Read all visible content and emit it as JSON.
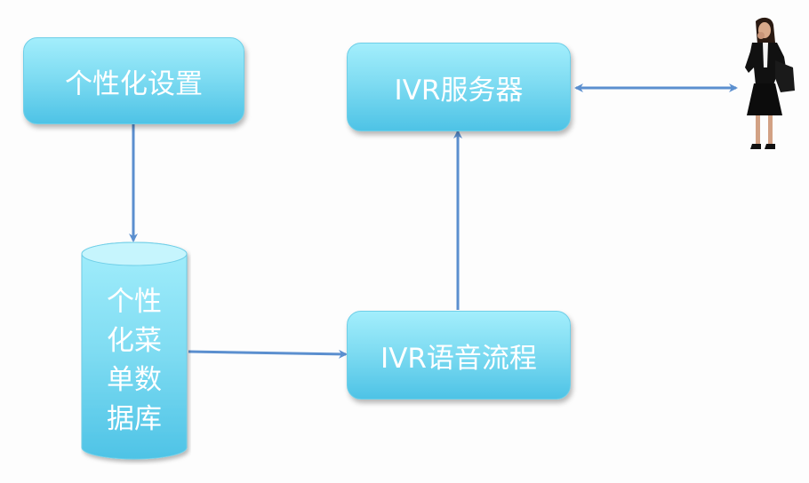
{
  "diagram": {
    "nodes": {
      "personalization_settings": {
        "label": "个性化设置",
        "shape": "rounded-rect"
      },
      "ivr_server": {
        "label": "IVR服务器",
        "shape": "rounded-rect"
      },
      "ivr_voice_flow": {
        "label": "IVR语音流程",
        "shape": "rounded-rect"
      },
      "menu_database": {
        "label_lines": [
          "个性",
          "化菜",
          "单数",
          "据库"
        ],
        "shape": "cylinder"
      },
      "caller": {
        "icon": "person-on-phone-icon"
      }
    },
    "edges": [
      {
        "from": "personalization_settings",
        "to": "menu_database",
        "direction": "forward"
      },
      {
        "from": "menu_database",
        "to": "ivr_voice_flow",
        "direction": "forward"
      },
      {
        "from": "ivr_voice_flow",
        "to": "ivr_server",
        "direction": "forward"
      },
      {
        "from": "ivr_server",
        "to": "caller",
        "direction": "bidirectional"
      }
    ],
    "colors": {
      "node_fill_top": "#a3eefc",
      "node_fill_bottom": "#4ec3e6",
      "arrow": "#5b8fcf",
      "text": "#ffffff"
    }
  }
}
